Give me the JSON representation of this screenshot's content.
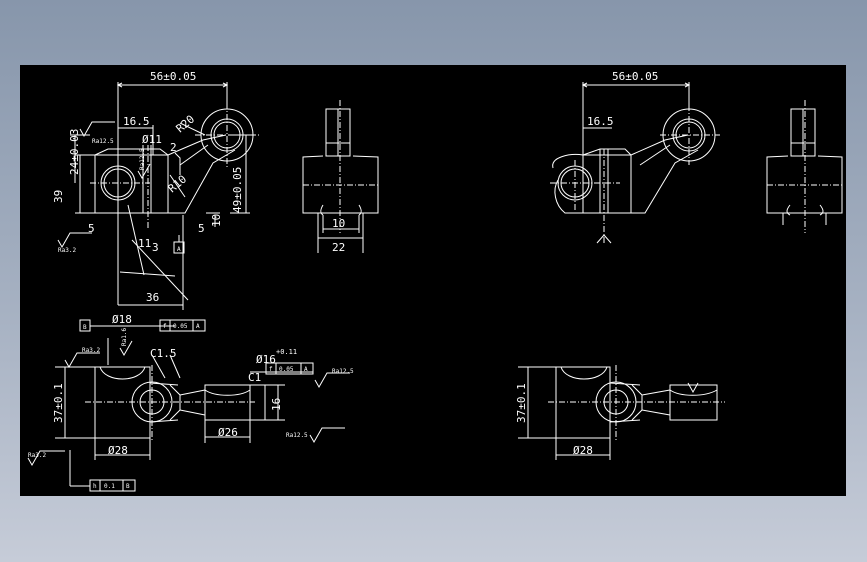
{
  "colors": {
    "background_top": "#8796ab",
    "background_bottom": "#c6ccd8",
    "canvas": "#000000",
    "line": "#ffffff"
  },
  "dimensions": {
    "d_56_left": "56±0.05",
    "d_16_5_left": "16.5",
    "r20": "R20",
    "d_11": "Ø11",
    "d_2": "2",
    "d_24": "24±0.03",
    "d_39": "39",
    "d_49": "49±0.05",
    "r10": "R10",
    "d_5_left": "5",
    "d_5_right": "5",
    "d_10_top": "10",
    "d_11b": "11",
    "d_3": "3",
    "d_36": "36",
    "d_10_side": "10",
    "d_22": "22",
    "d_56_right": "56±0.05",
    "d_16_5_right": "16.5",
    "d_18": "Ø18",
    "c1_5": "C1.5",
    "d_16": "Ø16",
    "tol_16": "+0.11",
    "c1": "C1",
    "d_16_len": "16",
    "d_37_left": "37±0.1",
    "d_28_left": "Ø28",
    "d_26": "Ø26",
    "d_37_right": "37±0.1",
    "d_28_right": "Ø28"
  },
  "roughness": {
    "ra12_5_top": "Ra12.5",
    "ra12_5_mid": "Ra12.5",
    "ra3_2_low": "Ra3.2",
    "ra3_2_b": "Ra3.2",
    "ra1_6": "Ra1.6",
    "ra12_5_shaft": "Ra12.5",
    "ra12_5_bottom": "Ra12.5",
    "ra3_2_bottom_left": "Ra3.2"
  },
  "datums": {
    "a_label": "A",
    "b_label": "B"
  },
  "tolerance_frames": {
    "frame_top": {
      "symbol": "f",
      "value": "0.05",
      "datum": "A"
    },
    "frame_shaft": {
      "symbol": "f",
      "value": "0.05",
      "datum": "A"
    },
    "frame_bottom": {
      "symbol": "h",
      "value": "0.1",
      "datum": "B"
    }
  }
}
